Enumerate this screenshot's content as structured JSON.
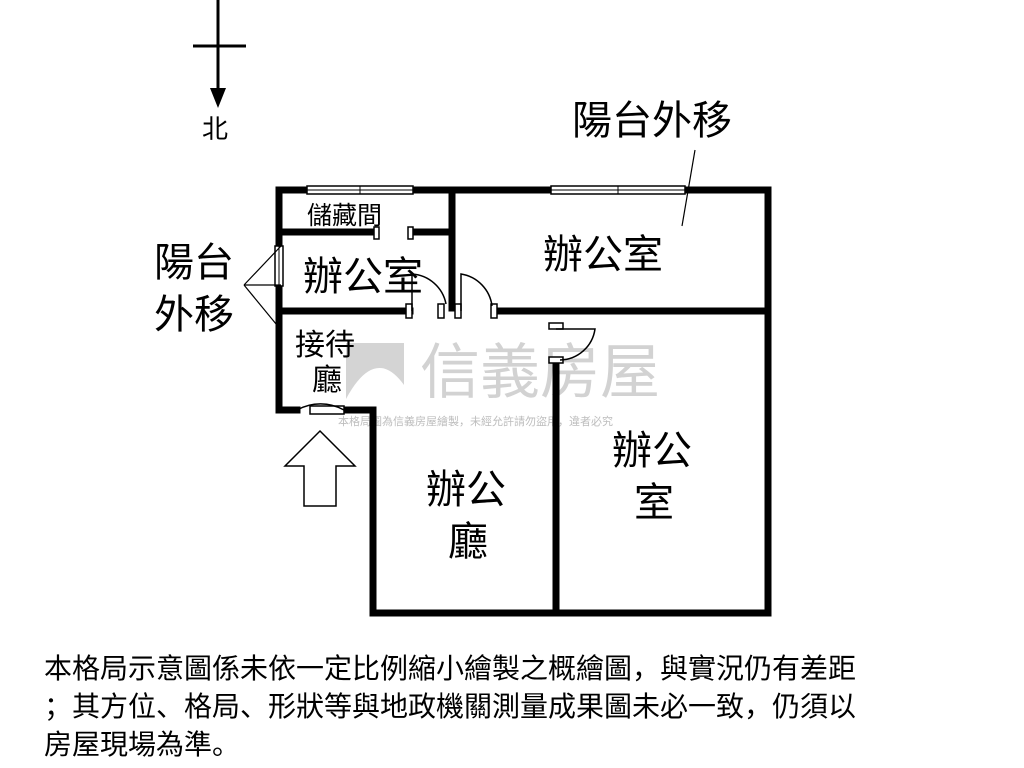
{
  "compass": {
    "label": "北"
  },
  "rooms": {
    "storage": "儲藏間",
    "office_small": "辦公室",
    "office_top": "辦公室",
    "reception_line1": "接待",
    "reception_line2": "廳",
    "office_hall_line1": "辦公",
    "office_hall_line2": "廳",
    "office_right_line1": "辦公",
    "office_right_line2": "室"
  },
  "annotations": {
    "balcony_top": "陽台外移",
    "balcony_left_line1": "陽台",
    "balcony_left_line2": "外移"
  },
  "watermark": {
    "brand": "信義房屋",
    "notice": "本格局圖為信義房屋繪製，未經允許請勿盜用，違者必究"
  },
  "disclaimer": {
    "line1": "本格局示意圖係未依一定比例縮小繪製之概繪圖，與實況仍有差距",
    "line2": "；其方位、格局、形狀等與地政機關測量成果圖未必一致，仍須以",
    "line3": "房屋現場為準。"
  },
  "colors": {
    "wall": "#000000",
    "watermark": "#d2d2d2"
  }
}
